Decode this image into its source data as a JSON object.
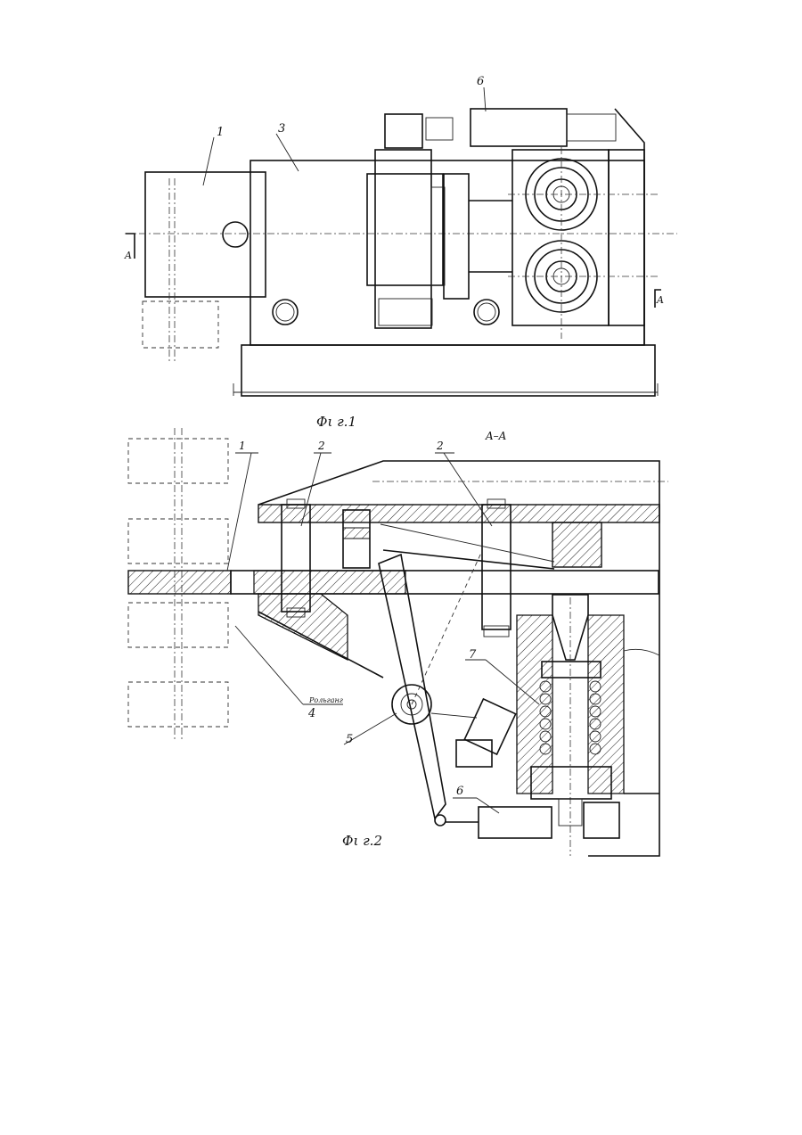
{
  "figure1": {
    "caption": "Фι г.1",
    "labels": {
      "part1": "1",
      "part3": "3",
      "part6": "6",
      "section_left": "A",
      "section_right": "A"
    }
  },
  "figure2": {
    "caption": "Фι г.2",
    "section_title": "A–A",
    "labels": {
      "part1": "1",
      "part2a": "2",
      "part2b": "2",
      "part4": "4",
      "part5": "5",
      "part6": "6",
      "part7": "7",
      "rolls": "Рольганг"
    }
  }
}
